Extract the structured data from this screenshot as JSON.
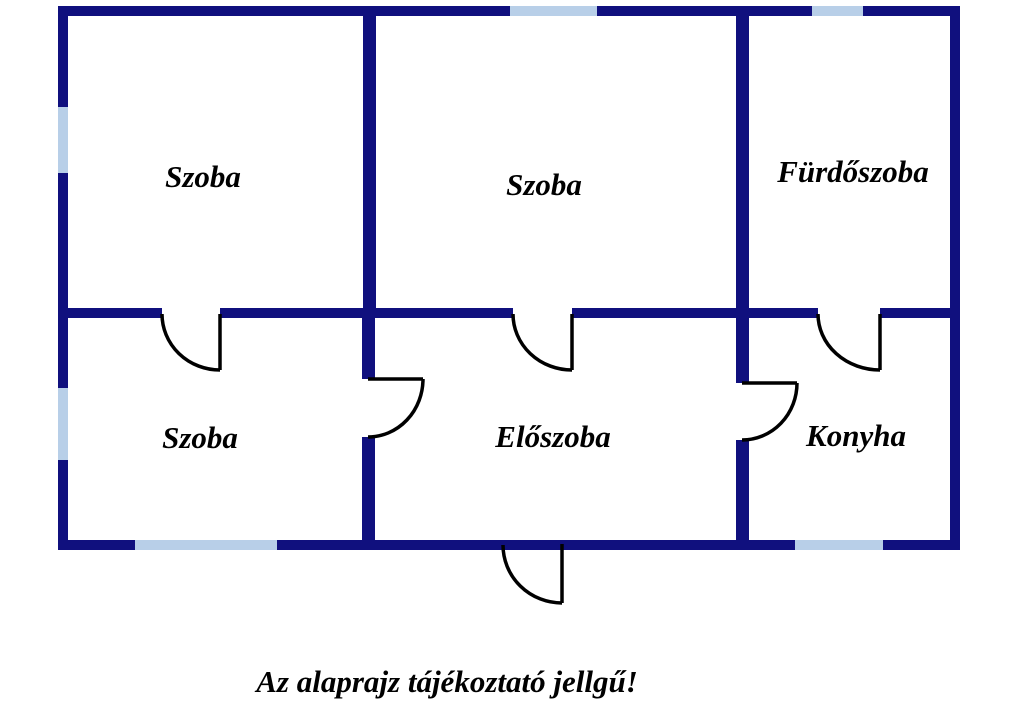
{
  "rooms": {
    "top_left": {
      "label": "Szoba"
    },
    "top_middle": {
      "label": "Szoba"
    },
    "top_right": {
      "label": "Fürdőszoba"
    },
    "bottom_left": {
      "label": "Szoba"
    },
    "bottom_middle": {
      "label": "Előszoba"
    },
    "bottom_right": {
      "label": "Konyha"
    }
  },
  "caption": {
    "text": "Az alaprajz tájékoztató jellgű!"
  },
  "colors": {
    "wall": "#10107e",
    "window": "#b8cfe8",
    "door": "#000000",
    "background": "#ffffff",
    "label": "#000000"
  }
}
